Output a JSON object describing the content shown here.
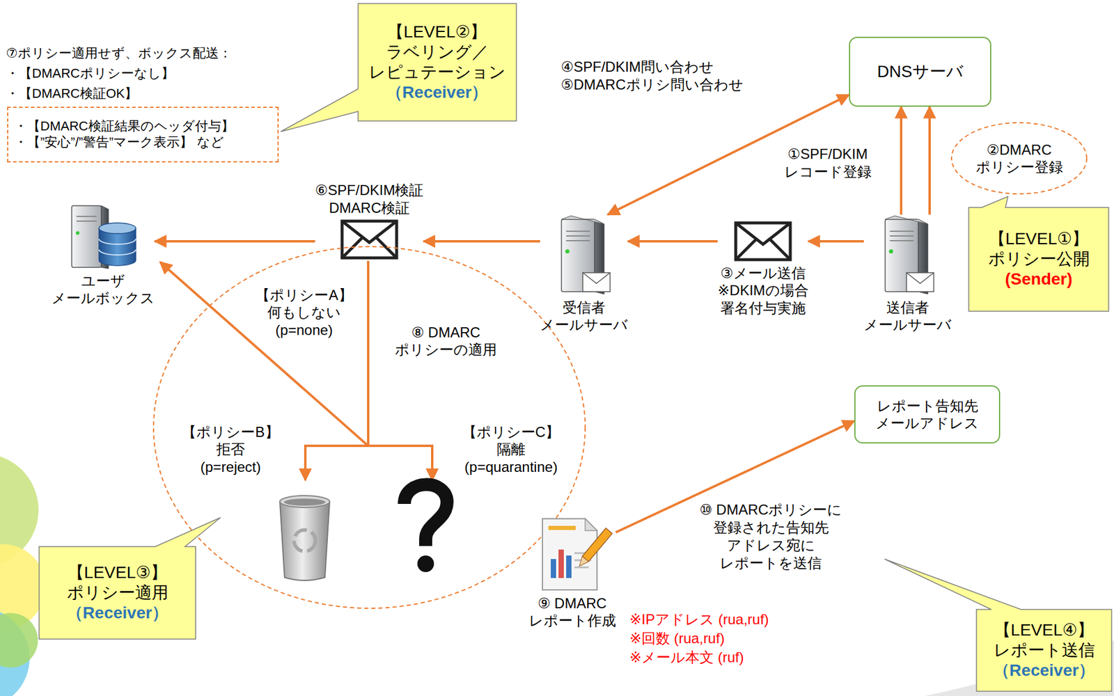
{
  "diagram": {
    "nodes": [
      {
        "text": [
          "【LEVEL②】 ラベリング／ レピュテーション",
          "（Receiver）"
        ]
      },
      {
        "text": [
          "DNSサーバ"
        ]
      },
      {
        "text": [
          "・【DMARC検証結果のヘッダ付与】",
          "・【”安心”/”警告”マーク表示】 など"
        ]
      },
      {
        "text": [
          "②DMARC ポリシー登録"
        ]
      },
      {
        "text": [
          "⑥SPF/DKIM検証 DMARC検証"
        ]
      },
      {
        "text": [
          "ユーザ メールボックス"
        ]
      },
      {
        "text": [
          "受信者 メールサーバ"
        ]
      },
      {
        "text": [
          "③メール送信 ※DKIMの場合 署名付与実施"
        ]
      },
      {
        "text": [
          "送信者 メールサーバ"
        ]
      },
      {
        "text": [
          "【LEVEL①】 ポリシー公開",
          "(Sender)"
        ]
      },
      {
        "text": [
          "【ポリシーA】 何もしない (p=none)",
          "⑧ DMARC ポリシーの適用",
          "【ポリシーB】 拒否 (p=reject)",
          "【ポリシーC】 隔離 (p=quarantine)"
        ]
      },
      {
        "text": [
          "レポート告知先 メールアドレス"
        ]
      },
      {
        "text": [
          "⑨ DMARC レポート作成"
        ]
      },
      {
        "text": [
          "【LEVEL③】 ポリシー適用",
          "（Receiver）"
        ]
      },
      {
        "text": [
          "【LEVEL④】 レポート送信",
          "（Receiver）"
        ]
      }
    ],
    "edges": [
      {
        "from": 8,
        "to": 7,
        "arrow": "to"
      },
      {
        "from": 7,
        "to": 6,
        "arrow": "to"
      },
      {
        "from": 6,
        "to": 4,
        "arrow": "to"
      },
      {
        "from": 4,
        "to": 5,
        "arrow": "to"
      },
      {
        "from": 8,
        "to": 1,
        "label": "①SPF/DKIM レコード登録",
        "arrow": "to"
      },
      {
        "from": 8,
        "to": 1,
        "arrow": "to"
      },
      {
        "from": 6,
        "to": 1,
        "label": "④SPF/DKIM問い合わせ ⑤DMARCポリシ問い合わせ",
        "arrow": "both"
      },
      {
        "from": 12,
        "to": 11,
        "label": "⑩ DMARCポリシーに 登録された告知先 アドレス宛に レポートを送信",
        "arrow": "to"
      }
    ],
    "labels": [
      "⑦ポリシー適用せず、ボックス配送：",
      "・【DMARCポリシーなし】",
      "・【DMARC検証OK】",
      "※IPアドレス (rua,ruf)",
      "※回数 (rua,ruf)",
      "※メール本文 (ruf)"
    ]
  }
}
